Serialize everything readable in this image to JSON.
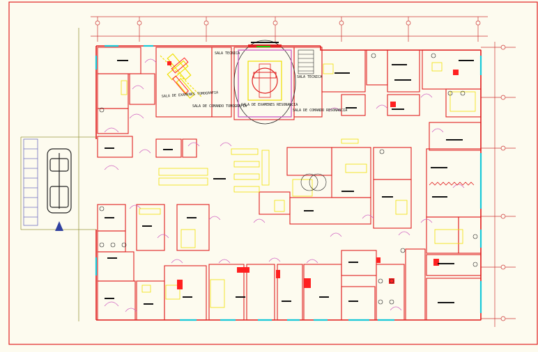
{
  "colors": {
    "background": "#fdfbef",
    "frame": "#e02020",
    "wall": "#e02020",
    "grid": "#cc3333",
    "window": "#18c8d8",
    "door": "#d060c0",
    "furniture": "#f0e000",
    "label_bar": "#111111",
    "equipment": "#ff2020",
    "car": "#222222",
    "site_line": "#9a9a40"
  },
  "labels": {
    "sala_examenes_tomografia": "SALA DE EXAMENES TOMOGRAFIA",
    "sala_comando_tomografia": "SALA DE COMANDO TOMOGRAFIA",
    "sala_examenes_resonancia": "SALA DE EXAMENES RESONANCIA",
    "sala_comando_resonancia": "SALA DE COMANDO RESONANCIA",
    "sala_tecnica": "SALA TECNICA",
    "sala_tecnica_2": "SALA TECNICA"
  },
  "icons": {
    "north_arrow": "north-arrow-triangle",
    "vehicle": "car-top-view"
  }
}
